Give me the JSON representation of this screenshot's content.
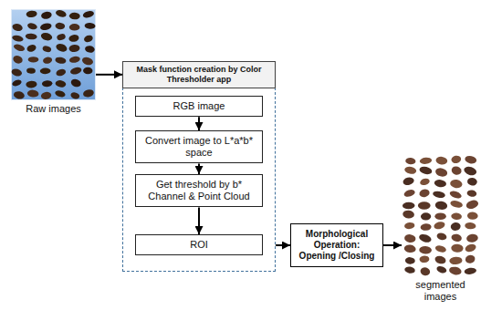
{
  "diagram": {
    "nodes": [
      {
        "text": [
          "Raw images"
        ]
      },
      {
        "text": [
          "Mask function creation by Color Thresholder app"
        ]
      },
      {
        "text": [
          "RGB image"
        ],
        "in": 1
      },
      {
        "text": [
          "Convert image to L*a*b* space"
        ],
        "in": 1
      },
      {
        "text": [
          "Get threshold by b* Channel & Point Cloud"
        ],
        "in": 1
      },
      {
        "text": [
          "ROI"
        ],
        "in": 1
      },
      {
        "text": [
          "Morphological Operation: Opening /Closing"
        ]
      },
      {
        "text": [
          "segmented images"
        ]
      }
    ],
    "edges": [
      {
        "from": 0,
        "to": 1,
        "arrow": "to"
      },
      {
        "from": 2,
        "to": 3,
        "arrow": "to"
      },
      {
        "from": 3,
        "to": 4,
        "arrow": "to"
      },
      {
        "from": 4,
        "to": 5,
        "arrow": "to"
      },
      {
        "from": 1,
        "to": 6,
        "arrow": "to"
      },
      {
        "from": 6,
        "to": 7,
        "arrow": "to"
      }
    ]
  }
}
